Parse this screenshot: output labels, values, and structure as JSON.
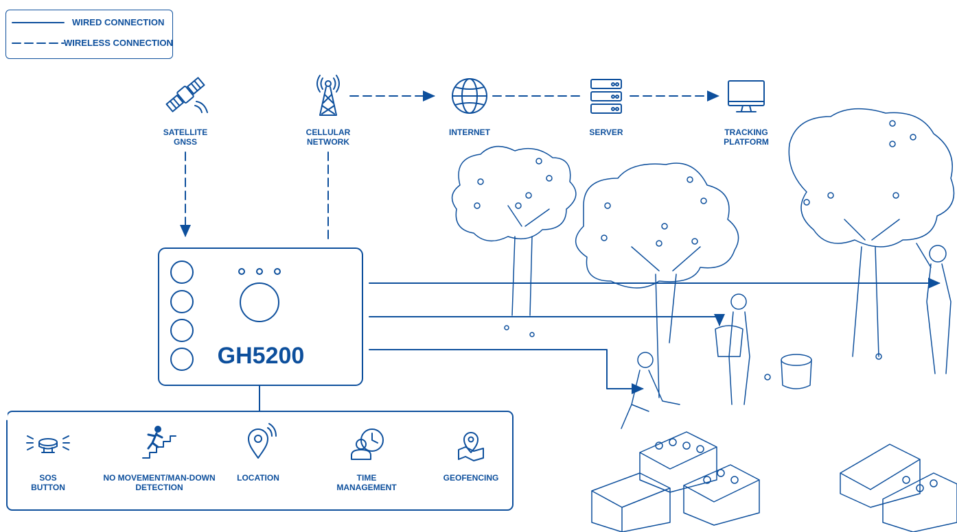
{
  "legend": {
    "wired": "WIRED CONNECTION",
    "wireless": "WIRELESS CONNECTION"
  },
  "nodes": {
    "satellite": {
      "line1": "SATELLITE",
      "line2": "GNSS",
      "icon": "satellite-icon"
    },
    "cellular": {
      "line1": "CELLULAR",
      "line2": "NETWORK",
      "icon": "cell-tower-icon"
    },
    "internet": {
      "line1": "INTERNET",
      "icon": "globe-icon"
    },
    "server": {
      "line1": "SERVER",
      "icon": "server-icon"
    },
    "tracking": {
      "line1": "TRACKING",
      "line2": "PLATFORM",
      "icon": "monitor-icon"
    }
  },
  "device": {
    "name": "GH5200"
  },
  "features": [
    {
      "line1": "SOS",
      "line2": "BUTTON",
      "icon": "sos-button-icon"
    },
    {
      "line1": "NO MOVEMENT/MAN-DOWN",
      "line2": "DETECTION",
      "icon": "man-down-icon"
    },
    {
      "line1": "LOCATION",
      "icon": "location-pin-icon"
    },
    {
      "line1": "TIME",
      "line2": "MANAGEMENT",
      "icon": "time-management-icon"
    },
    {
      "line1": "GEOFENCING",
      "icon": "geofence-icon"
    }
  ],
  "colors": {
    "primary": "#0d4f9c",
    "background": "#ffffff"
  }
}
